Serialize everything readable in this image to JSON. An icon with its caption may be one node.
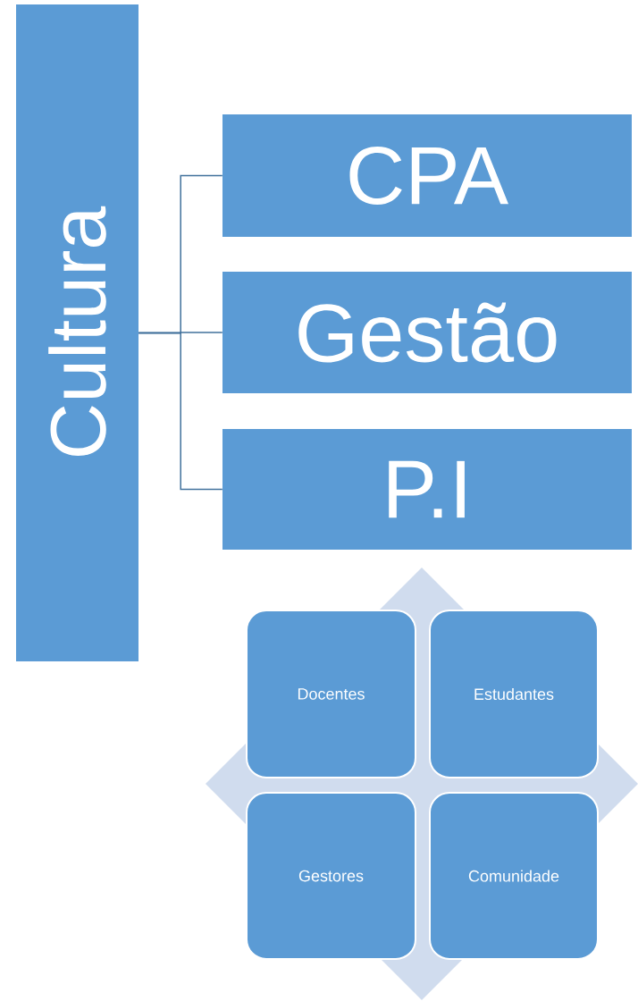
{
  "diagram": {
    "nodes": [
      {
        "text": [
          "Cultura"
        ]
      },
      {
        "text": [
          "CPA"
        ]
      },
      {
        "text": [
          "Gestão"
        ]
      },
      {
        "text": [
          "P.I"
        ]
      },
      {
        "text": [
          "Docentes"
        ]
      },
      {
        "text": [
          "Estudantes"
        ]
      },
      {
        "text": [
          "Gestores"
        ]
      },
      {
        "text": [
          "Comunidade"
        ]
      }
    ],
    "edges": [
      {
        "from": 0,
        "to": 1,
        "arrow": "none"
      },
      {
        "from": 0,
        "to": 2,
        "arrow": "none"
      },
      {
        "from": 0,
        "to": 3,
        "arrow": "none"
      }
    ]
  }
}
